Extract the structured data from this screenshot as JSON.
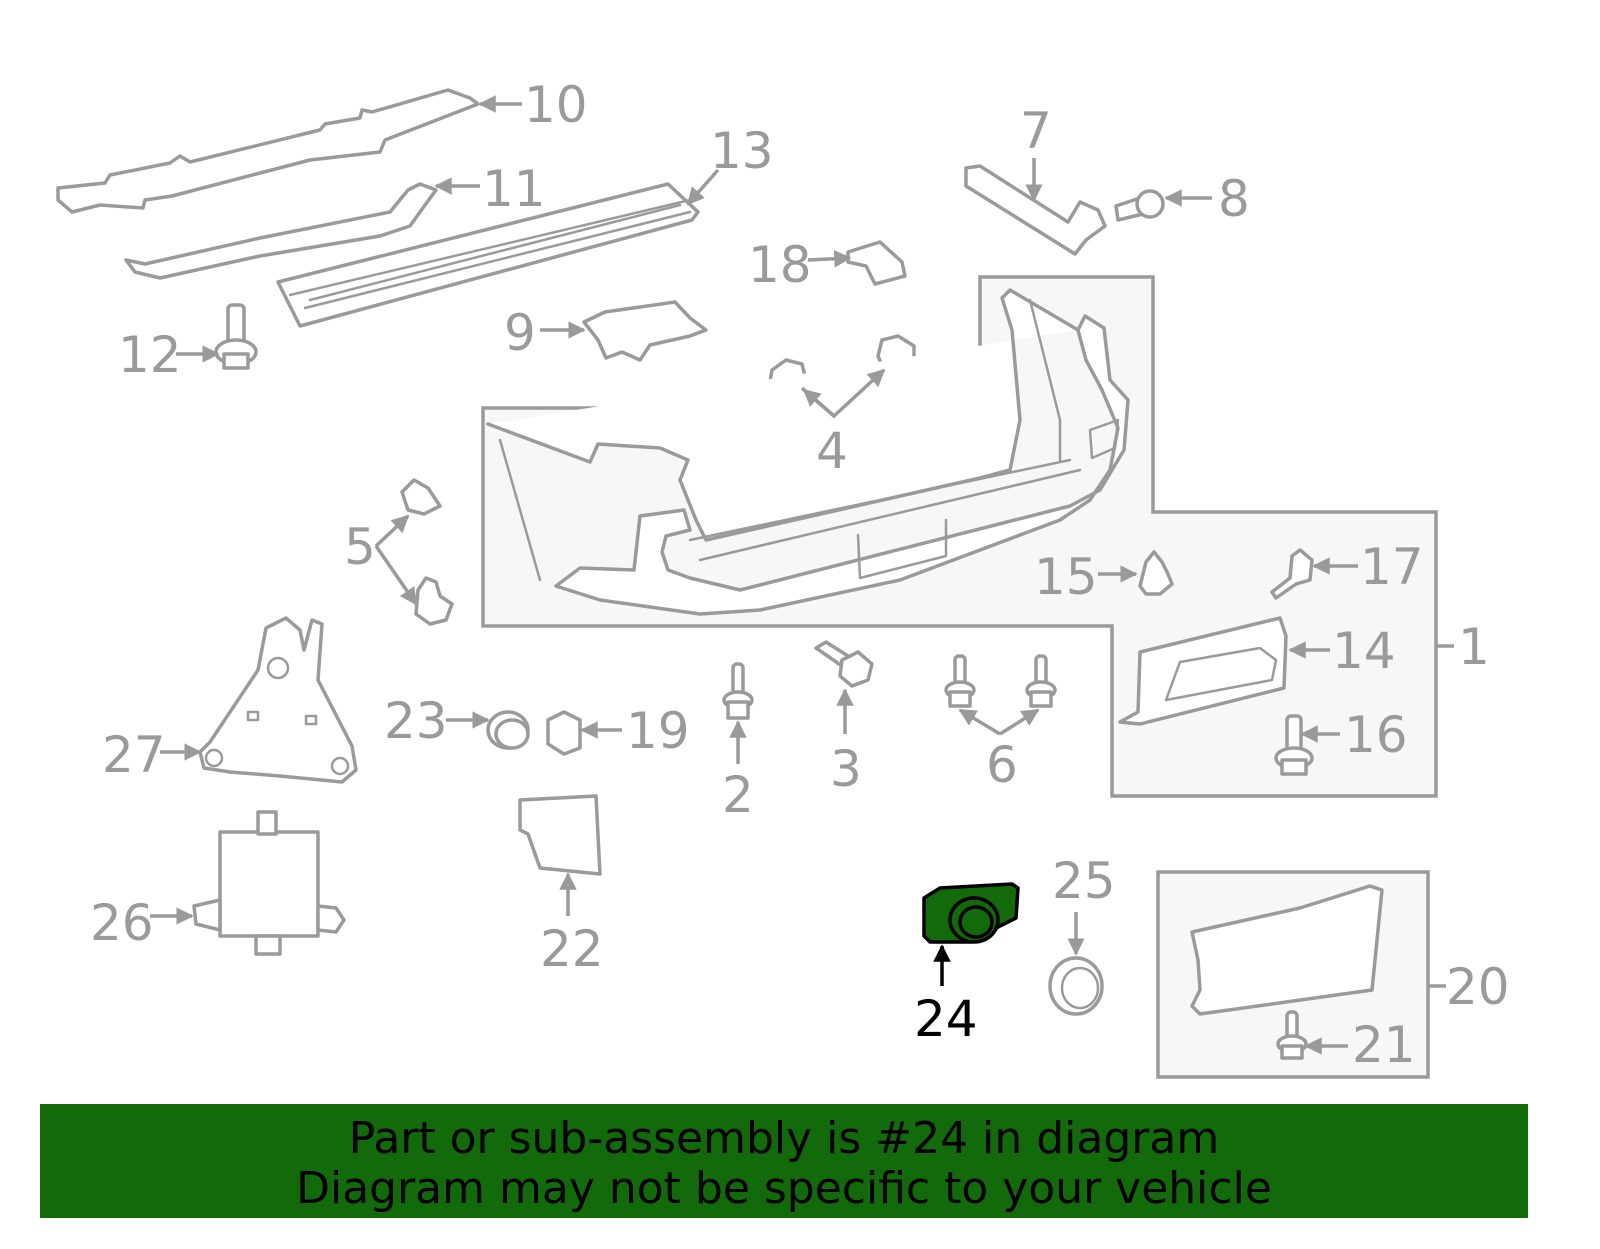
{
  "diagram": {
    "callouts": {
      "c1": "1",
      "c2": "2",
      "c3": "3",
      "c4": "4",
      "c5": "5",
      "c6": "6",
      "c7": "7",
      "c8": "8",
      "c9": "9",
      "c10": "10",
      "c11": "11",
      "c12": "12",
      "c13": "13",
      "c14": "14",
      "c15": "15",
      "c16": "16",
      "c17": "17",
      "c18": "18",
      "c19": "19",
      "c20": "20",
      "c21": "21",
      "c22": "22",
      "c23": "23",
      "c24": "24",
      "c25": "25",
      "c26": "26",
      "c27": "27"
    },
    "highlighted_part": "24",
    "highlight_color": "#136a0b",
    "line_color": "#9a9a9a"
  },
  "banner": {
    "line1": "Part or sub-assembly is #24 in diagram",
    "line2": "Diagram may not be specific to your vehicle",
    "background": "#136a0b"
  }
}
